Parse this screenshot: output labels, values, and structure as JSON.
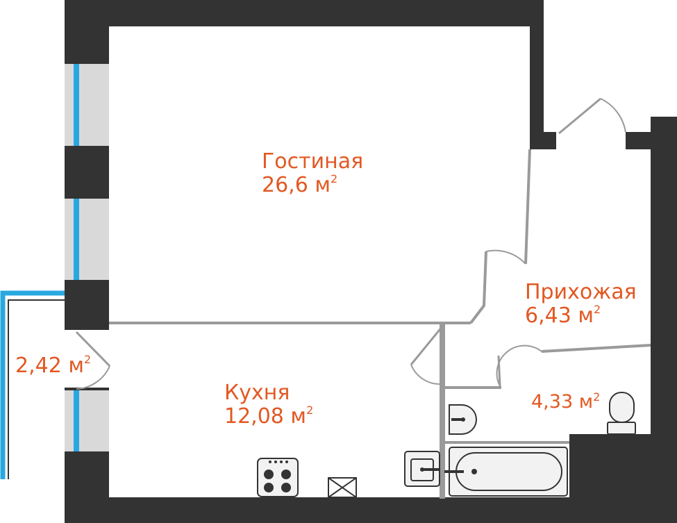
{
  "rooms": {
    "living": {
      "name": "Гостиная",
      "area": "26,6 м",
      "sup": "2"
    },
    "hall": {
      "name": "Прихожая",
      "area": "6,43 м",
      "sup": "2"
    },
    "balcony": {
      "area": "2,42 м",
      "sup": "2"
    },
    "kitchen": {
      "name": "Кухня",
      "area": "12,08 м",
      "sup": "2"
    },
    "bathroom": {
      "area": "4,33 м",
      "sup": "2"
    }
  },
  "colors": {
    "wall": "#333333",
    "partition": "#9a9a9a",
    "window_glass": "#29a8e0",
    "window_frame": "#d9d9d9",
    "label": "#e25822",
    "fixture_fill": "#f2f2f2",
    "fixture_stroke": "#333333"
  }
}
